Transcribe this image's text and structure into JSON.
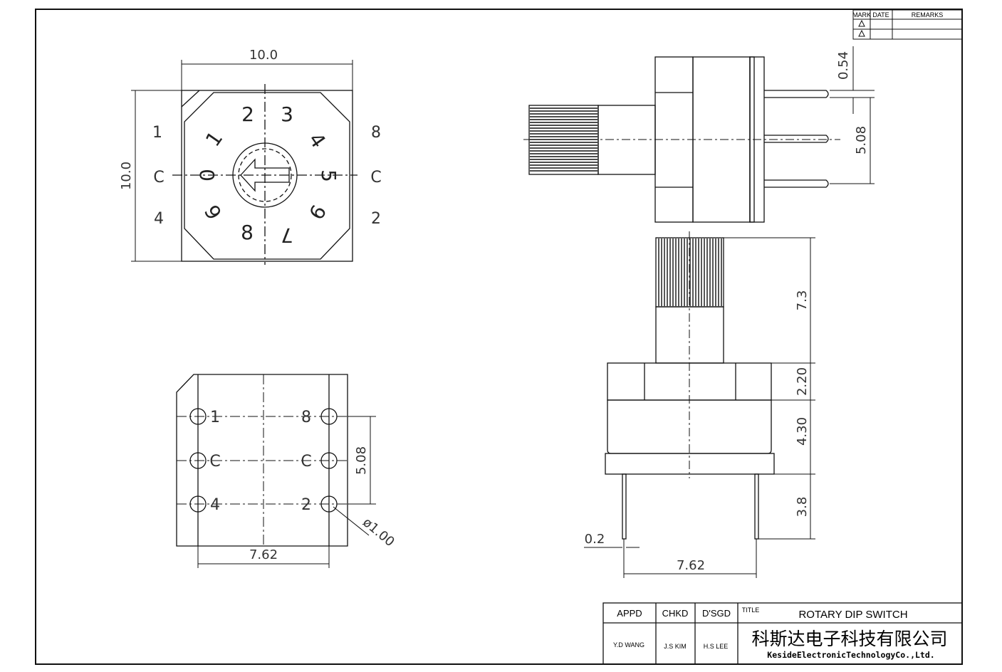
{
  "title_block": {
    "appd_label": "APPD",
    "chkd_label": "CHKD",
    "dsgd_label": "D'SGD",
    "title_label": "TITLE",
    "title": "ROTARY DIP SWITCH",
    "appd": "Y.D WANG",
    "chkd": "J.S KIM",
    "dsgd": "H.S LEE",
    "company_cn": "科斯达电子科技有限公司",
    "company_en": "KesideElectronicTechnologyCo.,Ltd."
  },
  "revision_table": {
    "mark": "MARK",
    "date": "DATE",
    "remarks": "REMARKS"
  },
  "top_view": {
    "width": "10.0",
    "height": "10.0",
    "left_pins": [
      "1",
      "C",
      "4"
    ],
    "right_pins": [
      "8",
      "C",
      "2"
    ],
    "dial_digits": [
      "0",
      "1",
      "2",
      "3",
      "4",
      "5",
      "6",
      "7",
      "8",
      "9"
    ]
  },
  "bottom_view": {
    "left_pins": [
      "1",
      "C",
      "4"
    ],
    "right_pins": [
      "8",
      "C",
      "2"
    ],
    "pitch_v": "5.08",
    "pitch_h": "7.62",
    "hole": "ø1.00"
  },
  "side_view": {
    "pin_thickness": "0.54",
    "pitch": "5.08"
  },
  "front_view": {
    "shaft": "7.3",
    "cap": "2.20",
    "body": "4.30",
    "pin": "3.8",
    "pin_width": "0.2",
    "pitch": "7.62"
  }
}
